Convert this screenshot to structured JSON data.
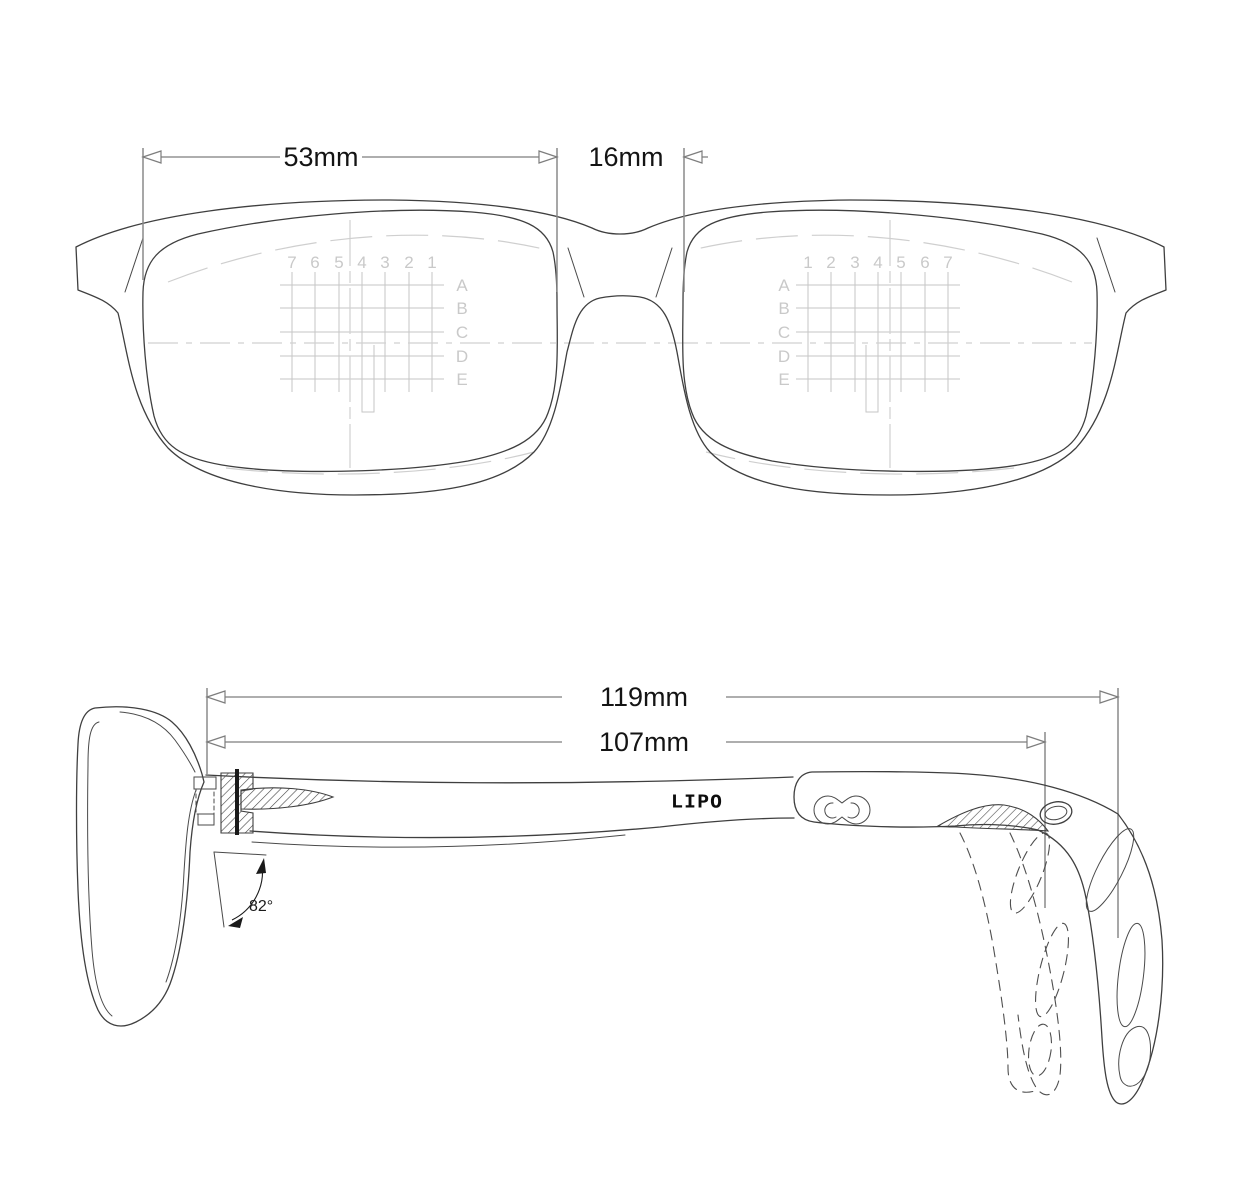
{
  "front_view": {
    "lens_width_label": "53mm",
    "bridge_width_label": "16mm",
    "left_grid": {
      "columns": [
        "7",
        "6",
        "5",
        "4",
        "3",
        "2",
        "1"
      ],
      "rows": [
        "A",
        "B",
        "C",
        "D",
        "E"
      ]
    },
    "right_grid": {
      "columns": [
        "1",
        "2",
        "3",
        "4",
        "5",
        "6",
        "7"
      ],
      "rows": [
        "A",
        "B",
        "C",
        "D",
        "E"
      ]
    }
  },
  "side_view": {
    "overall_temple_label": "119mm",
    "temple_to_bend_label": "107mm",
    "pantoscopic_angle_label": "82°",
    "brand_logo": "LIPO"
  },
  "colors": {
    "outline": "#3f3f3f",
    "grid_line": "#c6c6c6",
    "grid_label": "#c9c9c9",
    "dimension_text": "#141414",
    "dimension_line": "#7d7d7d",
    "extension_line": "#8a8a8a",
    "centerline": "#d0d0d0",
    "hatch": "#4a4a4a",
    "background": "#ffffff"
  }
}
